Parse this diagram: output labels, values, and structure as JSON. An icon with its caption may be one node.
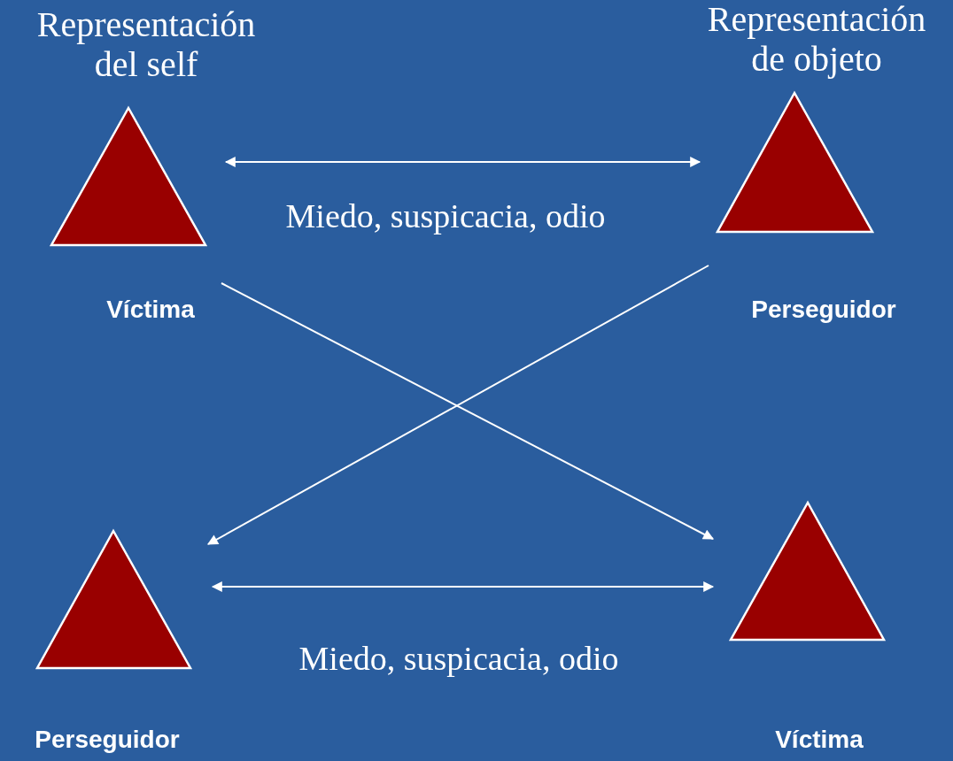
{
  "diagram": {
    "nodes": [
      {
        "text": [
          "Representación del self"
        ],
        "beside": [
          "Víctima"
        ]
      },
      {
        "text": [
          "Representación de objeto"
        ],
        "beside": [
          "Perseguidor"
        ]
      },
      {
        "text": [],
        "shape": "triangle",
        "beside": [
          "Perseguidor"
        ]
      },
      {
        "text": [],
        "shape": "triangle",
        "beside": [
          "Víctima"
        ]
      }
    ],
    "edges": [
      {
        "from": 0,
        "to": 1,
        "arrow": "both",
        "label": "Miedo, suspicacia, odio"
      },
      {
        "from": 0,
        "to": 3,
        "arrow": "to"
      },
      {
        "from": 1,
        "to": 2,
        "arrow": "to"
      },
      {
        "from": 2,
        "to": 3,
        "arrow": "both",
        "label": "Miedo, suspicacia, odio"
      }
    ]
  }
}
